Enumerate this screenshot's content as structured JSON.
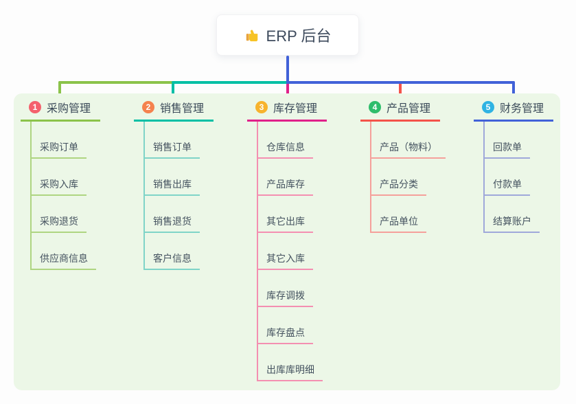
{
  "root": {
    "title": "ERP 后台",
    "icon": "thumbs-up",
    "stem_color": "#4161d8"
  },
  "palette": {
    "panel_bg": "#ecf7e7",
    "title_text": "#3b4a59",
    "child_text": "#44525f"
  },
  "branches": [
    {
      "num": "1",
      "label": "采购管理",
      "badge_color": "#f4606c",
      "line_color": "#8bc34a",
      "child_line_color": "#aed581",
      "children": [
        "采购订单",
        "采购入库",
        "采购退货",
        "供应商信息"
      ]
    },
    {
      "num": "2",
      "label": "销售管理",
      "badge_color": "#f5824e",
      "line_color": "#00bfa5",
      "child_line_color": "#7fd4c8",
      "children": [
        "销售订单",
        "销售出库",
        "销售退货",
        "客户信息"
      ]
    },
    {
      "num": "3",
      "label": "库存管理",
      "badge_color": "#f7b32d",
      "line_color": "#e0218a",
      "child_line_color": "#f48fb1",
      "children": [
        "仓库信息",
        "产品库存",
        "其它出库",
        "其它入库",
        "库存调拨",
        "库存盘点",
        "出库库明细"
      ]
    },
    {
      "num": "4",
      "label": "产品管理",
      "badge_color": "#2ebd6b",
      "line_color": "#f4534a",
      "child_line_color": "#f5a09b",
      "children": [
        "产品（物料）",
        "产品分类",
        "产品单位"
      ]
    },
    {
      "num": "5",
      "label": "财务管理",
      "badge_color": "#2fb3e3",
      "line_color": "#4161d8",
      "child_line_color": "#9fa8da",
      "children": [
        "回款单",
        "付款单",
        "结算账户"
      ]
    }
  ]
}
